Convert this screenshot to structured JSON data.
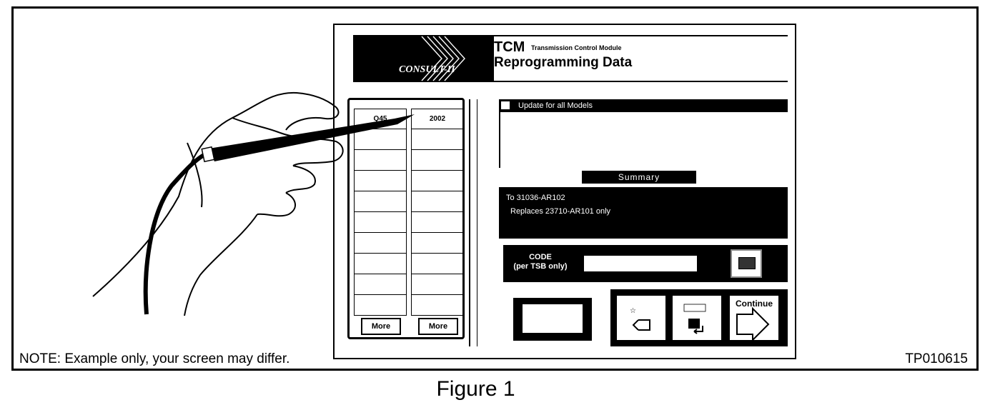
{
  "header": {
    "brand_logo": "CONSULT-II",
    "module_abbr": "TCM",
    "module_name": "Transmission Control Module",
    "title": "Reprogramming Data"
  },
  "left_table": {
    "col1_header": "Q45",
    "col2_header": "2002",
    "more_label_1": "More",
    "more_label_2": "More"
  },
  "update": {
    "text": "Update for all Models"
  },
  "summary": {
    "label": "Summary",
    "line1": "To 31036-AR102",
    "line2": "Replaces 23710-AR101 only"
  },
  "code": {
    "label_line1": "CODE",
    "label_line2": "(per TSB only)",
    "value": ""
  },
  "buttons": {
    "continue_label": "Continue"
  },
  "footer": {
    "note": "NOTE:  Example only, your screen may differ.",
    "ref": "TP010615",
    "caption": "Figure 1"
  },
  "icons": [
    "consult-chevron-icon",
    "update-icon",
    "keyboard-icon",
    "back-arrow-icon",
    "main-menu-icon",
    "continue-arrow-icon",
    "stylus-icon"
  ]
}
